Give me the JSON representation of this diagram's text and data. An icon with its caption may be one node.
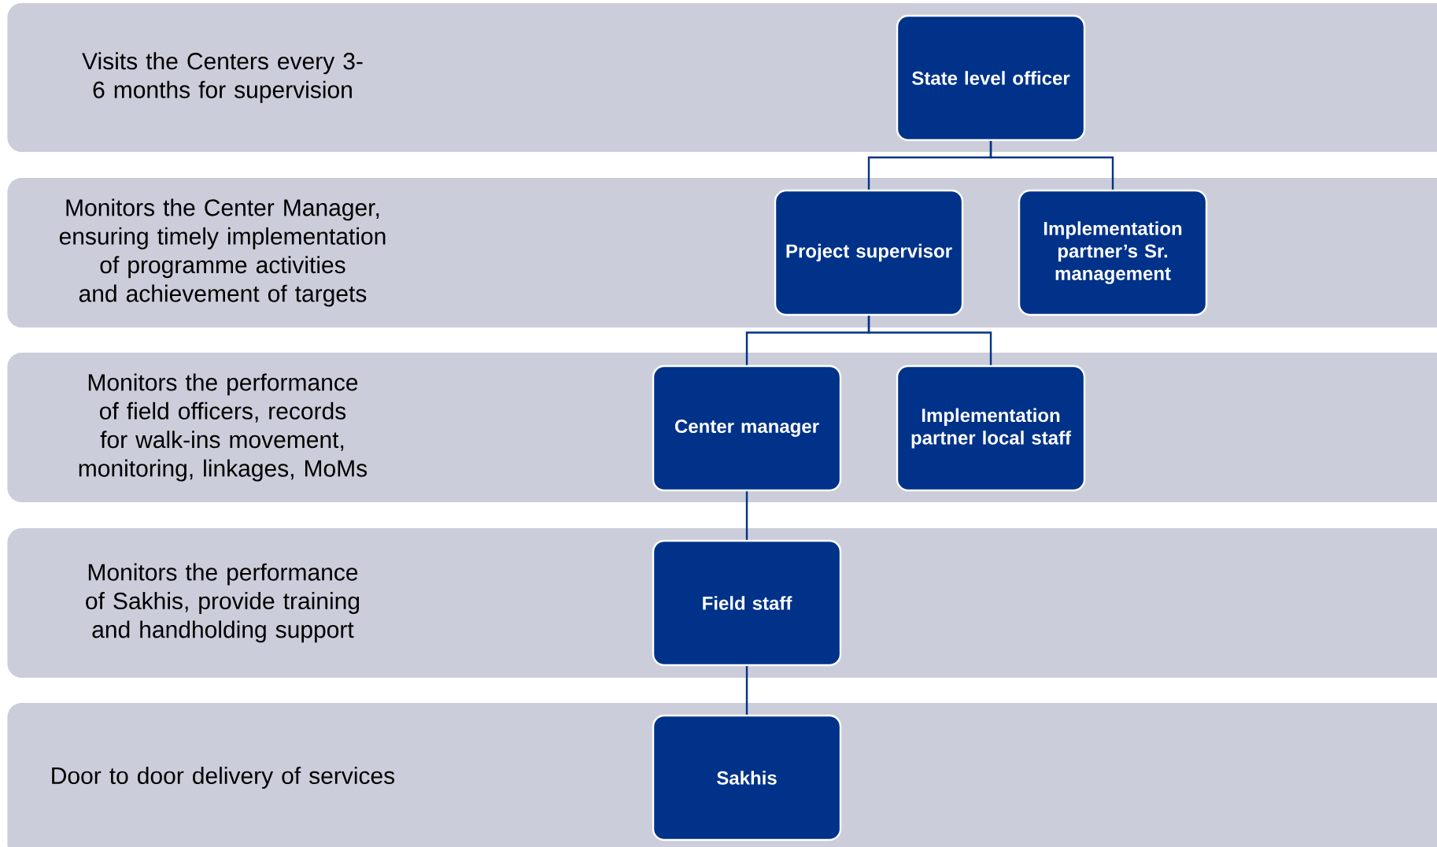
{
  "diagram": {
    "nodes": [
      {
        "text": [
          "Visits the Centers every 3-6 months for supervision"
        ]
      },
      {
        "text": [
          "State level officer"
        ],
        "in": 0
      },
      {
        "text": [
          "Monitors the Center Manager, ensuring timely implementation of programme activities and achievement of targets"
        ]
      },
      {
        "text": [
          "Project supervisor"
        ],
        "in": 2
      },
      {
        "text": [
          "Implementation partner’s Sr. management"
        ],
        "in": 2
      },
      {
        "text": [
          "Monitors the performance of field officers, records for walk-ins movement, monitoring, linkages, MoMs"
        ]
      },
      {
        "text": [
          "Center manager"
        ],
        "in": 5
      },
      {
        "text": [
          "Implementation partner local staff"
        ],
        "in": 5
      },
      {
        "text": [
          "Monitors the performance of Sakhis, provide training and handholding support"
        ]
      },
      {
        "text": [
          "Field staff"
        ],
        "in": 8
      },
      {
        "text": [
          "Door to door delivery of services"
        ]
      },
      {
        "text": [
          "Sakhis"
        ],
        "in": 10
      }
    ],
    "edges": [
      {
        "from": 1,
        "to": 3,
        "arrow": "none"
      },
      {
        "from": 1,
        "to": 4,
        "arrow": "none"
      },
      {
        "from": 3,
        "to": 6,
        "arrow": "none"
      },
      {
        "from": 3,
        "to": 7,
        "arrow": "none"
      },
      {
        "from": 6,
        "to": 9,
        "arrow": "none"
      },
      {
        "from": 9,
        "to": 11,
        "arrow": "none"
      }
    ]
  }
}
